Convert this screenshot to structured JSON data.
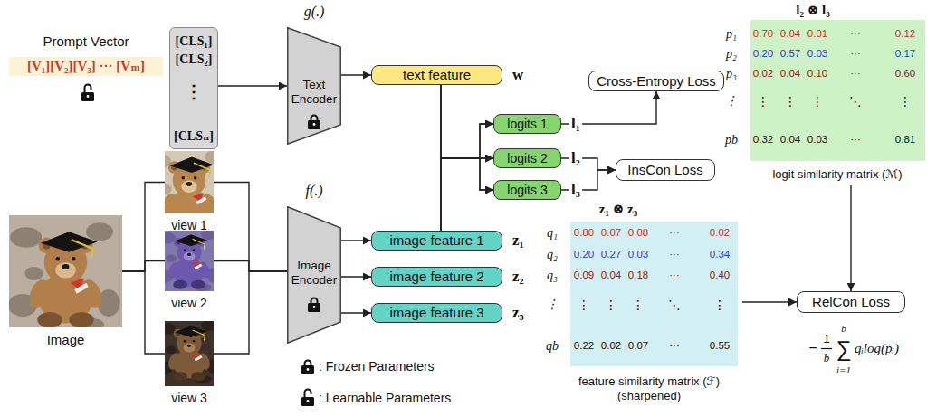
{
  "diagram": {
    "nodes": [
      {
        "text": [
          "Prompt Vector",
          "[V₁][V₂][V₃] ··· [Vₘ]"
        ]
      },
      {
        "text": [
          "[CLS₁]",
          "[CLS₂]",
          "⋮",
          "[CLSₙ]"
        ]
      },
      {
        "text": [
          "g(.)",
          "Text Encoder"
        ]
      },
      {
        "text": [
          "text feature"
        ]
      },
      {
        "text": [
          "Image"
        ]
      },
      {
        "text": [
          "view 1"
        ]
      },
      {
        "text": [
          "view 2"
        ]
      },
      {
        "text": [
          "view 3"
        ]
      },
      {
        "text": [
          "f(.)",
          "Image Encoder"
        ]
      },
      {
        "text": [
          "image feature 1"
        ]
      },
      {
        "text": [
          "image feature 2"
        ]
      },
      {
        "text": [
          "image feature 3"
        ]
      },
      {
        "text": [
          "logits 1"
        ]
      },
      {
        "text": [
          "logits 2"
        ]
      },
      {
        "text": [
          "logits 3"
        ]
      },
      {
        "text": [
          "Cross-Entropy Loss"
        ]
      },
      {
        "text": [
          "InsCon Loss"
        ]
      },
      {
        "text": [
          "l₂ ⊗ l₃",
          "p₁",
          "0.70",
          "0.04",
          "0.01",
          "···",
          "0.12",
          "p₂",
          "0.20",
          "0.57",
          "0.03",
          "···",
          "0.17",
          "p₃",
          "0.02",
          "0.04",
          "0.10",
          "···",
          "0.60",
          "⋮",
          "⋮",
          "⋮",
          "⋮",
          "⋱",
          "⋮",
          "pb",
          "0.32",
          "0.04",
          "0.03",
          "···",
          "0.81",
          "logit similarity matrix (ℳ)"
        ]
      },
      {
        "text": [
          "z₁ ⊗ z₃",
          "q₁",
          "0.80",
          "0.07",
          "0.08",
          "···",
          "0.02",
          "q₂",
          "0.20",
          "0.27",
          "0.03",
          "···",
          "0.34",
          "q₃",
          "0.09",
          "0.04",
          "0.18",
          "···",
          "0.40",
          "⋮",
          "⋮",
          "⋮",
          "⋮",
          "⋱",
          "⋮",
          "qb",
          "0.22",
          "0.02",
          "0.07",
          "···",
          "0.55",
          "feature similarity matrix (ℱ) (sharpened)"
        ]
      },
      {
        "text": [
          "RelCon Loss"
        ]
      }
    ],
    "edges": [
      {
        "from": 1,
        "to": 2,
        "arrow": "to"
      },
      {
        "from": 2,
        "to": 3,
        "arrow": "to"
      },
      {
        "from": 4,
        "to": 5,
        "arrow": "none"
      },
      {
        "from": 4,
        "to": 6,
        "arrow": "none"
      },
      {
        "from": 4,
        "to": 7,
        "arrow": "none"
      },
      {
        "from": 5,
        "to": 8,
        "arrow": "none"
      },
      {
        "from": 6,
        "to": 8,
        "arrow": "none"
      },
      {
        "from": 7,
        "to": 8,
        "arrow": "none"
      },
      {
        "from": 8,
        "to": 9,
        "arrow": "to"
      },
      {
        "from": 8,
        "to": 10,
        "arrow": "to"
      },
      {
        "from": 8,
        "to": 11,
        "arrow": "to"
      },
      {
        "from": 3,
        "to": 12,
        "arrow": "to"
      },
      {
        "from": 3,
        "to": 13,
        "arrow": "to"
      },
      {
        "from": 3,
        "to": 14,
        "arrow": "to"
      },
      {
        "from": 9,
        "to": 12,
        "arrow": "to"
      },
      {
        "from": 9,
        "to": 13,
        "arrow": "to"
      },
      {
        "from": 9,
        "to": 14,
        "arrow": "to"
      },
      {
        "from": 12,
        "to": 15,
        "arrow": "to"
      },
      {
        "from": 13,
        "to": 16,
        "arrow": "to"
      },
      {
        "from": 14,
        "to": 16,
        "arrow": "to"
      },
      {
        "from": 17,
        "to": 19,
        "arrow": "to"
      },
      {
        "from": 18,
        "to": 19,
        "arrow": "to"
      }
    ],
    "labels": [
      "w",
      "z₁",
      "z₂",
      "z₃",
      "l₁",
      "l₂",
      "l₃",
      "−",
      "1",
      "b",
      "b",
      "∑",
      "i=1",
      "qᵢlog(pᵢ)"
    ],
    "legend": [
      {
        "text": ": Frozen Parameters"
      },
      {
        "text": ": Learnable Parameters"
      }
    ]
  }
}
